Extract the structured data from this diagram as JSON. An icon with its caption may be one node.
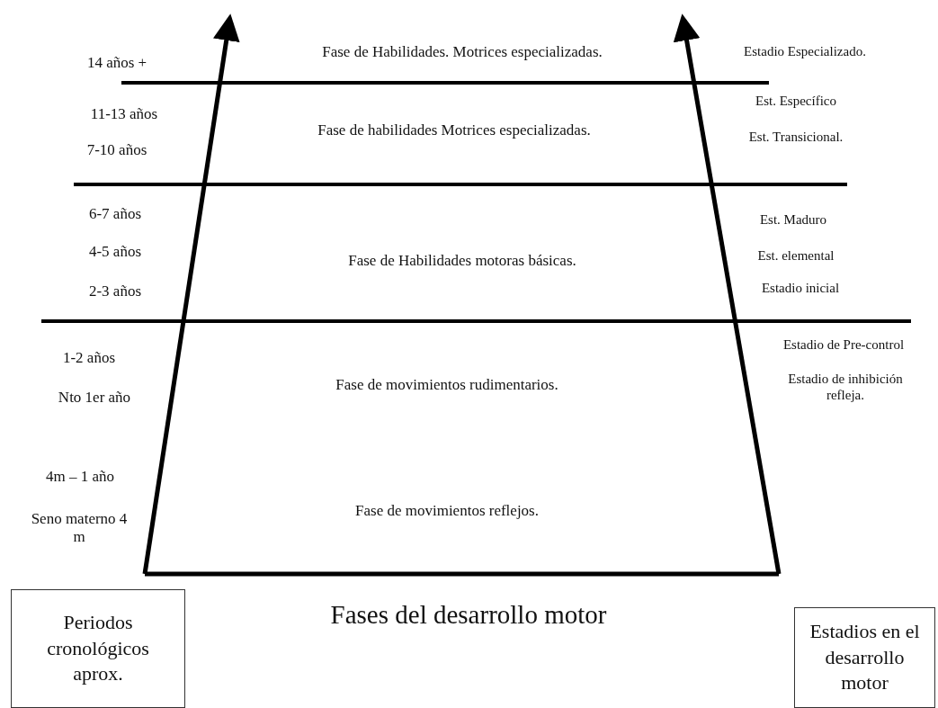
{
  "diagram": {
    "title": "Fases del desarrollo motor",
    "nodes": [
      {
        "text": [
          "Periodos cronológicos aprox."
        ]
      },
      {
        "text": [
          "Estadios en el desarrollo motor"
        ]
      }
    ],
    "edges": [],
    "labels": [
      "14 años +",
      "11-13 años",
      "7-10 años",
      "6-7 años",
      "4-5 años",
      "2-3 años",
      "1-2 años",
      "Nto 1er año",
      "4m – 1 año",
      "Seno materno 4 m",
      "Fase de Habilidades. Motrices especializadas.",
      "Fase de habilidades Motrices especializadas.",
      "Fase de Habilidades motoras básicas.",
      "Fase de movimientos rudimentarios.",
      "Fase de movimientos reflejos.",
      "Estadio Especializado.",
      "Est. Específico",
      "Est. Transicional.",
      "Est. Maduro",
      "Est. elemental",
      "Estadio inicial",
      "Estadio de Pre-control",
      "Estadio de inhibición refleja."
    ]
  }
}
